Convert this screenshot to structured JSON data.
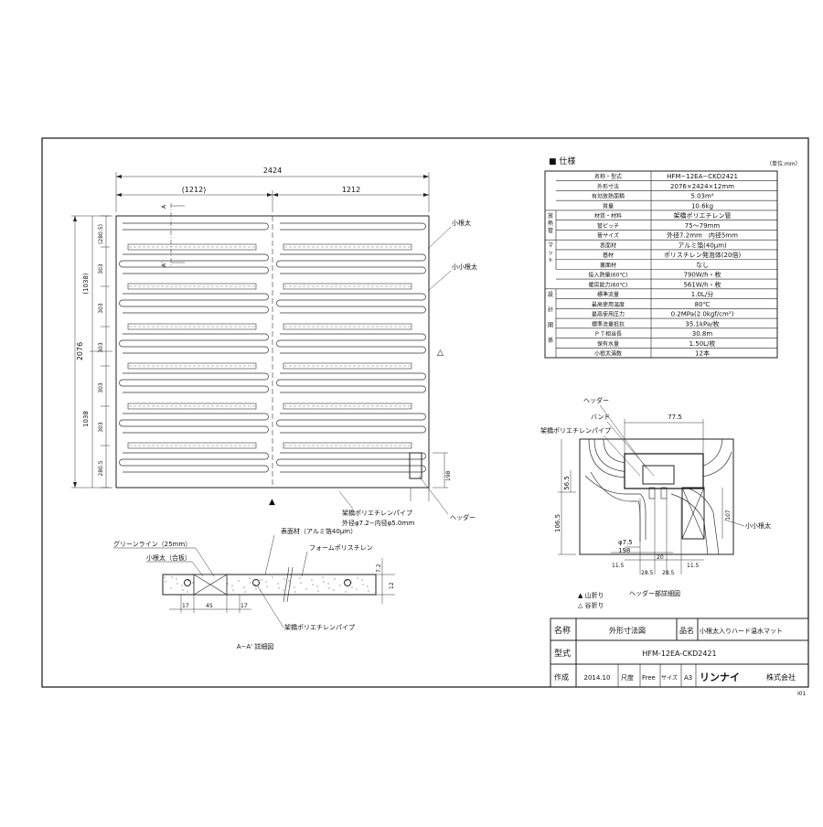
{
  "drawing": {
    "dims": {
      "total_width": "2424",
      "half_left": "(1212)",
      "half_right": "1212",
      "total_height": "2076",
      "upper_half": "(1038)",
      "lower_half": "1038",
      "top_edge": "(280.5)",
      "pitch": "303",
      "bottom_edge": "280.5",
      "header_offset": "198"
    },
    "labels": {
      "section_mark_top": "A",
      "section_mark_bottom": "A'",
      "kone": "小根太",
      "kokone": "小小根太",
      "pipe_line1": "架橋ポリエチレンパイプ",
      "pipe_line2": "外径φ7.2−内径φ5.0ｍｍ",
      "header": "ヘッダー",
      "mountain_fold_mark": "▲",
      "valley_fold_mark": "△"
    }
  },
  "specs": {
    "title": "■ 仕様",
    "unit_note": "（単位:mm）",
    "rows": [
      {
        "group": "",
        "label": "名称・型式",
        "value": "HFM−12EA−CKD2421"
      },
      {
        "group": "",
        "label": "外形寸法",
        "value": "2076×2424×12mm"
      },
      {
        "group": "",
        "label": "有効放熱面積",
        "value": "5.03m²"
      },
      {
        "group": "",
        "label": "質量",
        "value": "10.6kg"
      },
      {
        "group": "放熱管",
        "label": "材質・材料",
        "value": "架橋ポリエチレン管"
      },
      {
        "group": "",
        "label": "管ピッチ",
        "value": "75〜79mm"
      },
      {
        "group": "",
        "label": "管サイズ",
        "value": "外径7.2mm　内径5mm"
      },
      {
        "group": "マット",
        "label": "表面材",
        "value": "アルミ箔(40μm)"
      },
      {
        "group": "",
        "label": "基材",
        "value": "ポリスチレン発泡体(20倍)"
      },
      {
        "group": "",
        "label": "裏面材",
        "value": "なし"
      },
      {
        "group": "",
        "label": "投入熱量(60℃)",
        "value": "790W/h・枚"
      },
      {
        "group": "",
        "label": "暖房能力(60℃)",
        "value": "561W/h・枚"
      },
      {
        "group": "設計関係",
        "label": "標準流量",
        "value": "1.0L/分"
      },
      {
        "group": "",
        "label": "最高使用温度",
        "value": "80℃"
      },
      {
        "group": "",
        "label": "最高使用圧力",
        "value": "0.2MPa(2.0kgf/cm²)"
      },
      {
        "group": "",
        "label": "標準流量抵抗",
        "value": "35.1kPa/枚"
      },
      {
        "group": "",
        "label": "ＰＴ相当長",
        "value": "30.8m"
      },
      {
        "group": "",
        "label": "保有水量",
        "value": "1.50L/枚"
      },
      {
        "group": "",
        "label": "小根太満数",
        "value": "12本"
      }
    ]
  },
  "header_detail": {
    "labels": {
      "header": "ヘッダー",
      "band": "バンド",
      "pipe": "架橋ポリエチレンパイプ",
      "kokone": "小小根太",
      "caption": "ヘッダー部詳細図"
    },
    "dims": {
      "w77": "77.5",
      "h56": "56.5",
      "h106": "106.5",
      "d7": "φ7.5",
      "w198": "198",
      "l11": "11.5",
      "a28": "28.5",
      "b28": "28.5",
      "c20": "20",
      "r11": "11.5",
      "h107": "107"
    }
  },
  "section_detail": {
    "labels": {
      "green_line": "グリーンライン（25mm）",
      "kone": "小根太（合板）",
      "surface": "表面材（アルミ箔40μm）",
      "foam": "フォームポリスチレン",
      "pipe": "架橋ポリエチレンパイプ",
      "caption": "A−A' 詳細図"
    },
    "dims": {
      "d17a": "17",
      "d45": "45",
      "d17b": "17",
      "d7_2": "7.2",
      "d12": "12"
    }
  },
  "legend": {
    "mountain": "▲ 山折り",
    "valley": "△ 谷折り"
  },
  "title_block": {
    "name_label": "名称",
    "name_value": "外形寸法図",
    "product_label": "品名",
    "product_value": "小根太入りハード温水マット",
    "model_label": "型式",
    "model_value": "HFM-12EA-CKD2421",
    "created_label": "作成",
    "created_value": "2014.10",
    "scale_label": "尺度",
    "scale_value": "Free",
    "size_label": "サイズ",
    "size_value": "A3",
    "company_brand": "リンナイ",
    "company_suffix": "株式会社",
    "sheet_code": "I01"
  }
}
